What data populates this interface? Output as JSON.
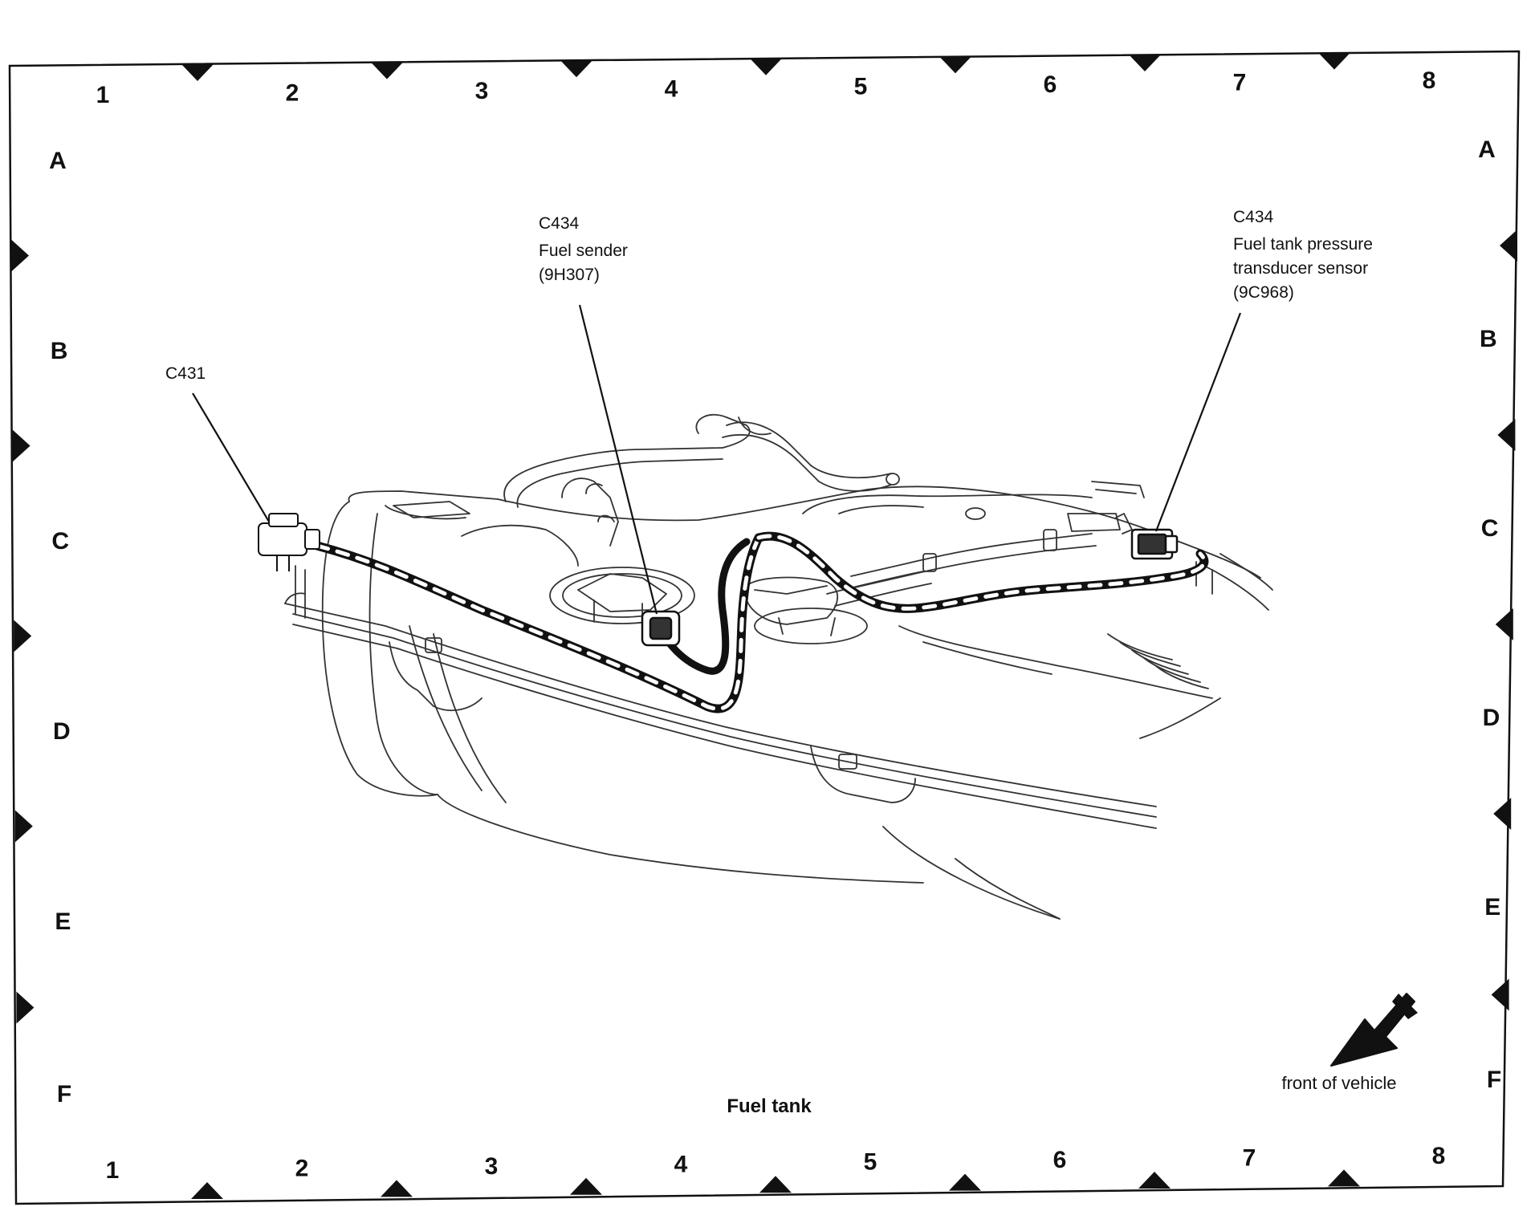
{
  "grid": {
    "columns": [
      "1",
      "2",
      "3",
      "4",
      "5",
      "6",
      "7",
      "8"
    ],
    "rows": [
      "A",
      "B",
      "C",
      "D",
      "E",
      "F"
    ]
  },
  "callouts": {
    "c431": {
      "lines": [
        "C431"
      ]
    },
    "fuel_sender": {
      "lines": [
        "C434",
        "Fuel sender",
        "(9H307)"
      ]
    },
    "pressure_sensor": {
      "lines": [
        "C434",
        "Fuel tank pressure",
        "transducer sensor",
        "(9C968)"
      ]
    }
  },
  "caption": "Fuel tank",
  "orientation": {
    "label": "front of vehicle",
    "icon": "front-arrow-icon"
  }
}
